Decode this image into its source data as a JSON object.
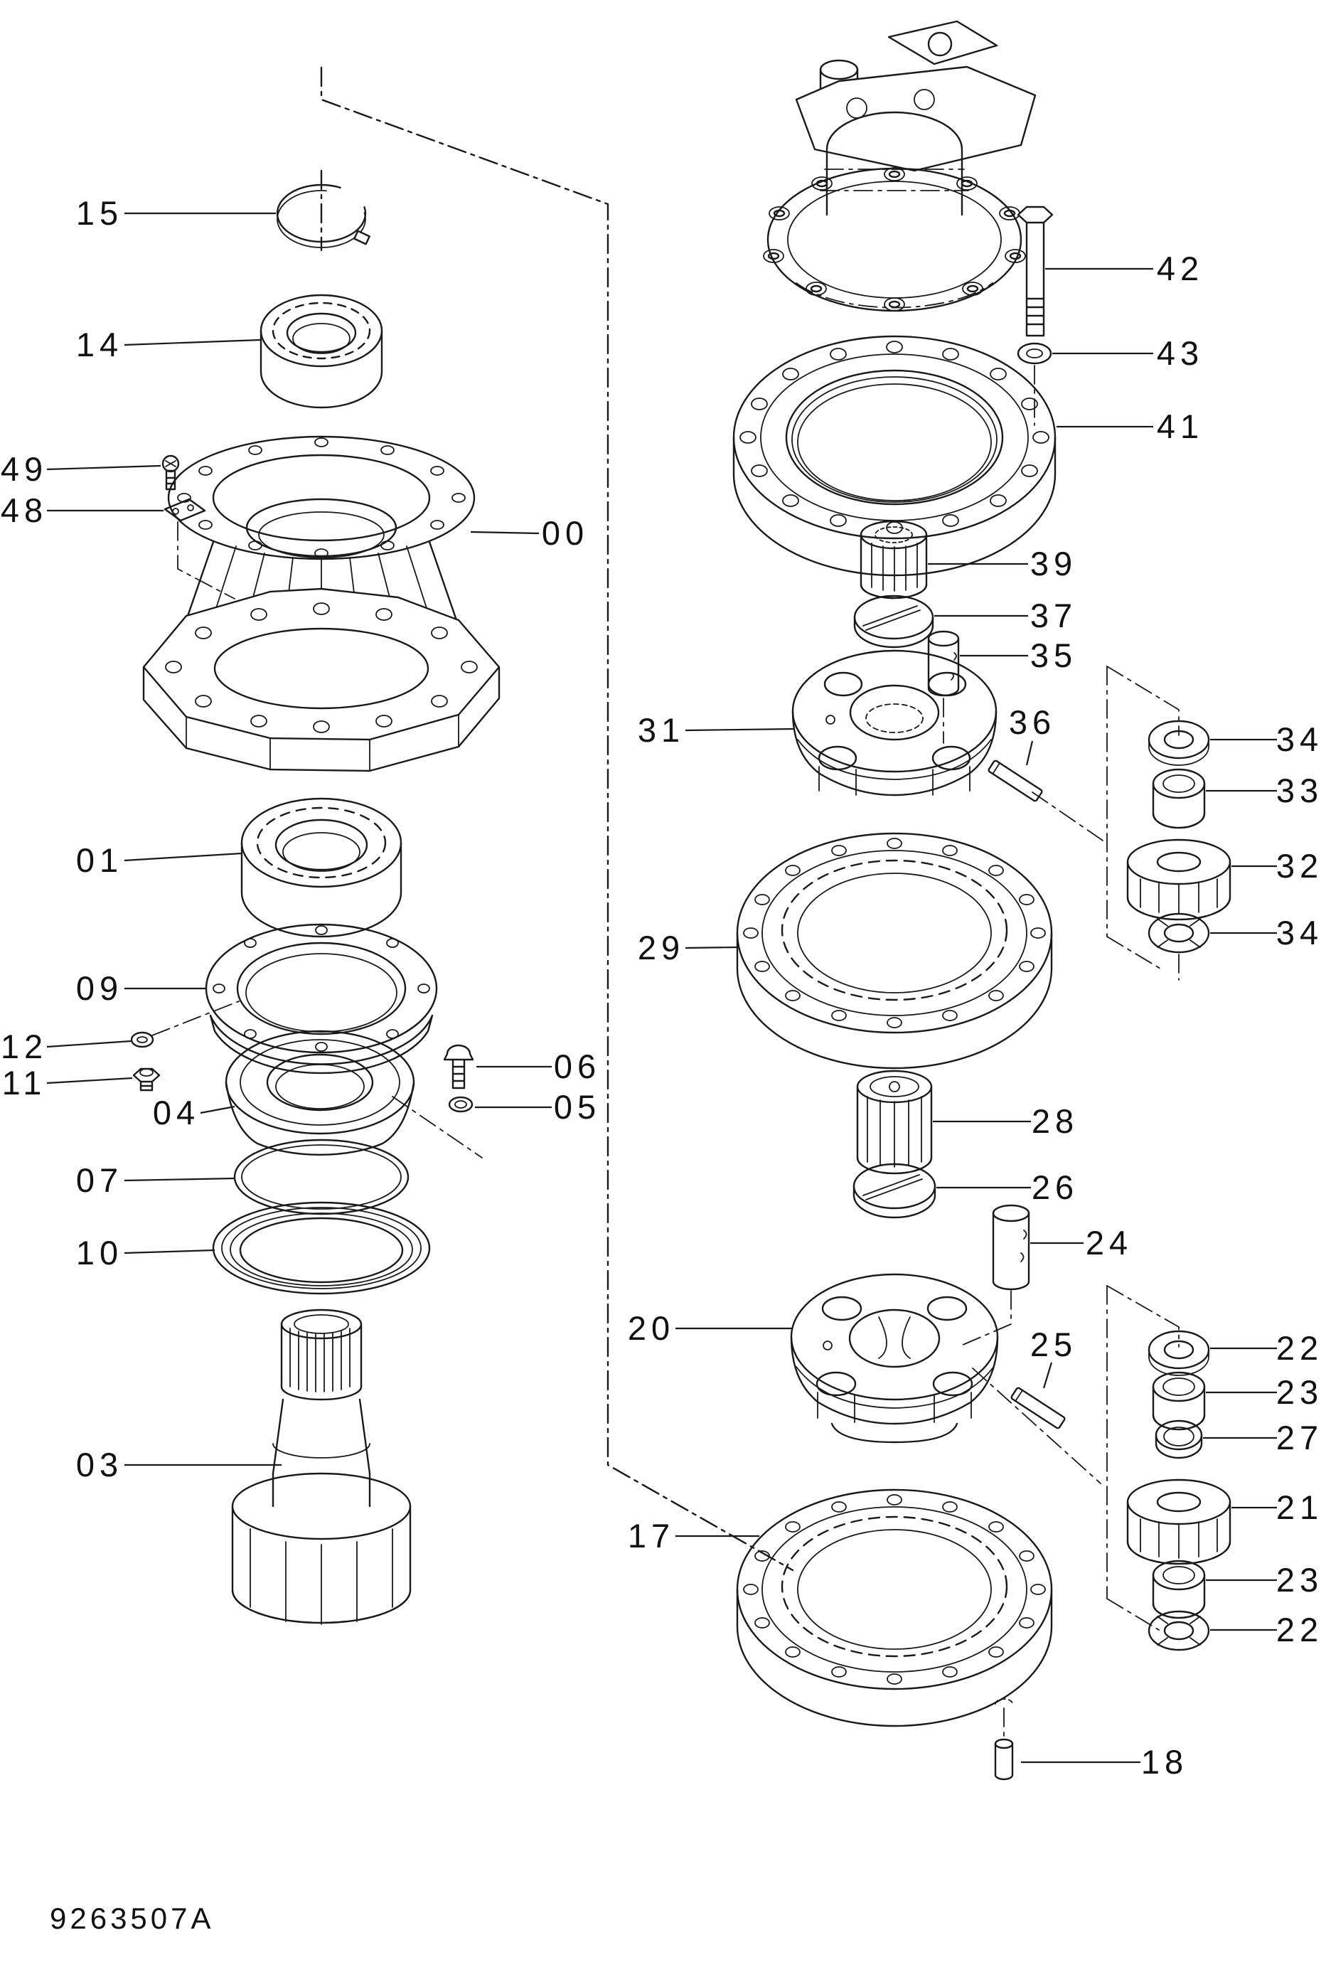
{
  "figure": {
    "part_number": "9263507A"
  },
  "callouts": [
    {
      "text": "15"
    },
    {
      "text": "14"
    },
    {
      "text": "49"
    },
    {
      "text": "48"
    },
    {
      "text": "00"
    },
    {
      "text": "01"
    },
    {
      "text": "09"
    },
    {
      "text": "12"
    },
    {
      "text": "11"
    },
    {
      "text": "04"
    },
    {
      "text": "06"
    },
    {
      "text": "05"
    },
    {
      "text": "07"
    },
    {
      "text": "10"
    },
    {
      "text": "03"
    },
    {
      "text": "42"
    },
    {
      "text": "43"
    },
    {
      "text": "41"
    },
    {
      "text": "39"
    },
    {
      "text": "37"
    },
    {
      "text": "35"
    },
    {
      "text": "31"
    },
    {
      "text": "36"
    },
    {
      "text": "34"
    },
    {
      "text": "33"
    },
    {
      "text": "32"
    },
    {
      "text": "34"
    },
    {
      "text": "29"
    },
    {
      "text": "28"
    },
    {
      "text": "26"
    },
    {
      "text": "24"
    },
    {
      "text": "20"
    },
    {
      "text": "25"
    },
    {
      "text": "22"
    },
    {
      "text": "23"
    },
    {
      "text": "27"
    },
    {
      "text": "21"
    },
    {
      "text": "23"
    },
    {
      "text": "22"
    },
    {
      "text": "17"
    },
    {
      "text": "18"
    }
  ]
}
